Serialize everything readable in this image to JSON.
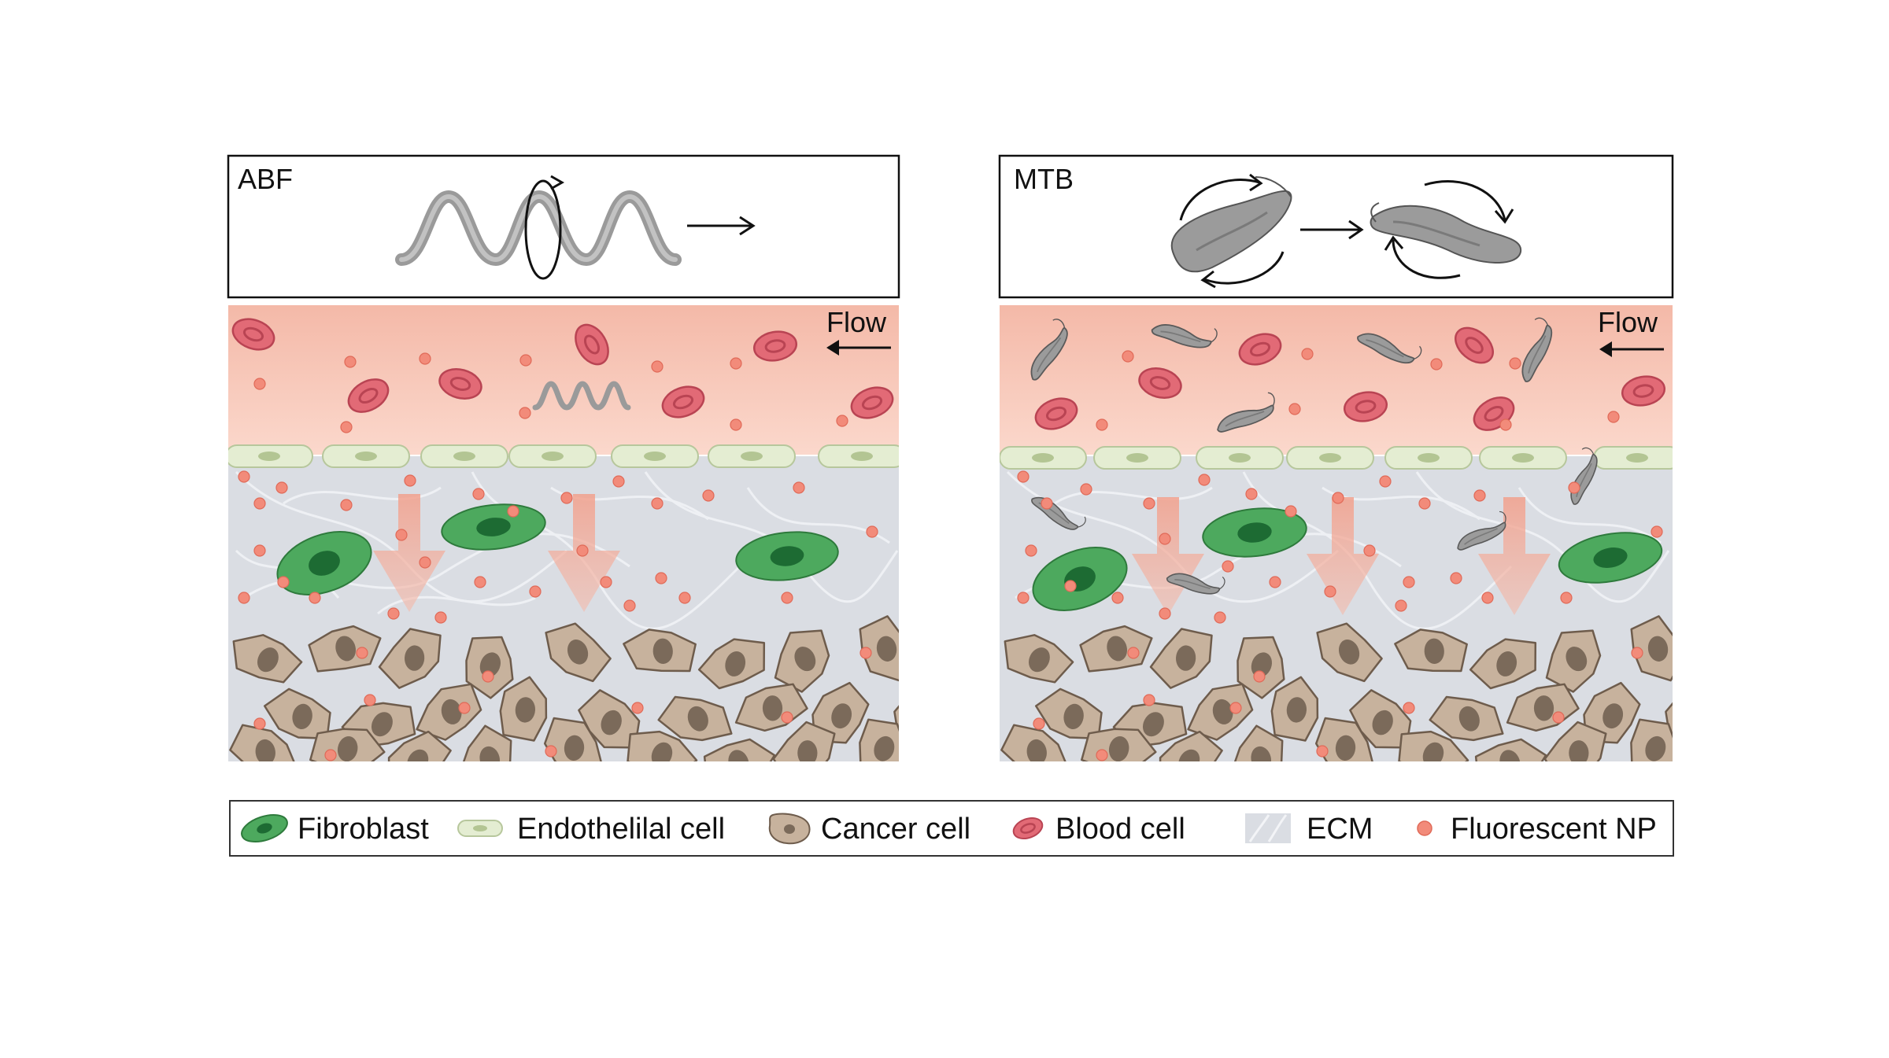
{
  "panels": [
    {
      "id": "abf",
      "title": "ABF",
      "flow_label": "Flow"
    },
    {
      "id": "mtb",
      "title": "MTB",
      "flow_label": "Flow"
    }
  ],
  "legend": [
    {
      "icon": "fibroblast-icon",
      "label": "Fibroblast"
    },
    {
      "icon": "endothelial-cell-icon",
      "label": "Endothelilal cell"
    },
    {
      "icon": "cancer-cell-icon",
      "label": "Cancer cell"
    },
    {
      "icon": "blood-cell-icon",
      "label": "Blood cell"
    },
    {
      "icon": "ecm-icon",
      "label": "ECM"
    },
    {
      "icon": "fluorescent-np-icon",
      "label": "Fluorescent NP"
    }
  ],
  "colors": {
    "vessel_top": "#f3b9a9",
    "vessel_bottom": "#fbd6c9",
    "ecm": "#dadde3",
    "fibroblast": "#4da95e",
    "fibroblast_nucleus": "#1d6b33",
    "endothelial": "#e4edd2",
    "cancer_cell": "#c7b29d",
    "cancer_nucleus": "#7b6a5a",
    "blood_cell": "#e26a76",
    "nanoparticle": "#f28b7a",
    "arrow": "#f4a895",
    "robot": "#9b9b9b"
  }
}
